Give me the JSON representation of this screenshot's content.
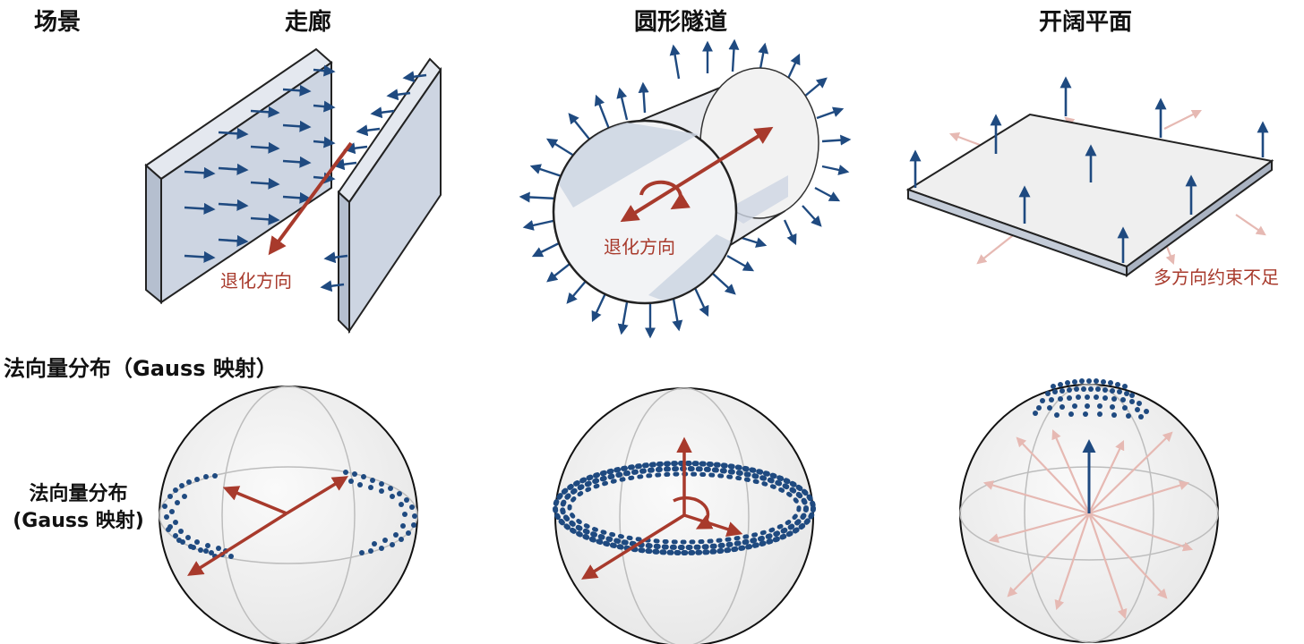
{
  "header": {
    "row_label": "场景",
    "corridor": "走廊",
    "tunnel": "圆形隧道",
    "open": "开阔平面"
  },
  "section_title": "法向量分布（Gauss 映射）",
  "row2_label": {
    "line1": "法向量分布",
    "line2": "(Gauss 映射)"
  },
  "annotations": {
    "corridor": "退化方向",
    "tunnel": "退化方向",
    "open": "多方向约束不足"
  },
  "colors": {
    "normal_blue": "#1f4a80",
    "degenerate_red": "#a83a2c",
    "faded_red": "#e6b9b3",
    "wall_fill": "#cdd5e2",
    "sphere_fill": "#f0f0f0"
  }
}
